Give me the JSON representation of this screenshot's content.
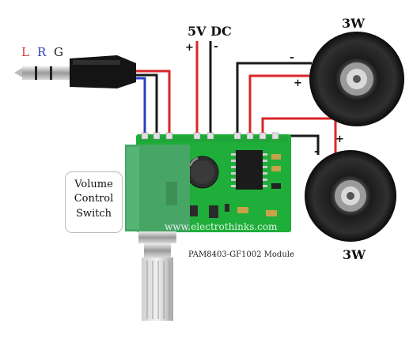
{
  "jack": {
    "left_label": "L",
    "right_label": "R",
    "ground_label": "G"
  },
  "power": {
    "title": "5V DC",
    "plus": "+",
    "minus": "-"
  },
  "speakers": [
    {
      "label": "3W",
      "plus": "+",
      "minus": "-"
    },
    {
      "label": "3W",
      "plus": "+",
      "minus": "-"
    }
  ],
  "volume_callout": [
    "Volume",
    "Control",
    "Switch"
  ],
  "module_caption": "PAM8403-GF1002 Module",
  "watermark": "www.electrothinks.com",
  "colors": {
    "red_wire": "#d9262a",
    "black_wire": "#1a1a1a",
    "blue_wire": "#2a3fbf",
    "pcb": "#1fae3a",
    "pot": "#47a565"
  }
}
